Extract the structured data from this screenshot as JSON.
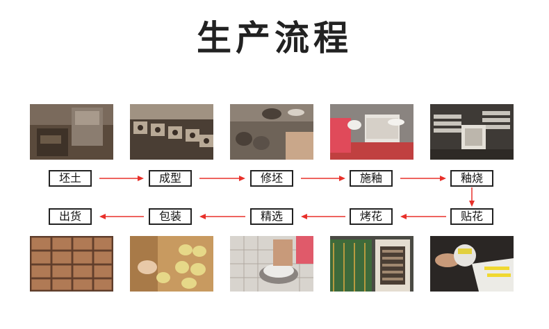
{
  "title": "生产流程",
  "steps": [
    {
      "label": "坯土"
    },
    {
      "label": "成型"
    },
    {
      "label": "修坯"
    },
    {
      "label": "施釉"
    },
    {
      "label": "釉烧"
    },
    {
      "label": "贴花"
    },
    {
      "label": "烤花"
    },
    {
      "label": "精选"
    },
    {
      "label": "包装"
    },
    {
      "label": "出货"
    }
  ],
  "colors": {
    "arrow": "#e8302a",
    "border": "#222222",
    "title": "#222222"
  }
}
